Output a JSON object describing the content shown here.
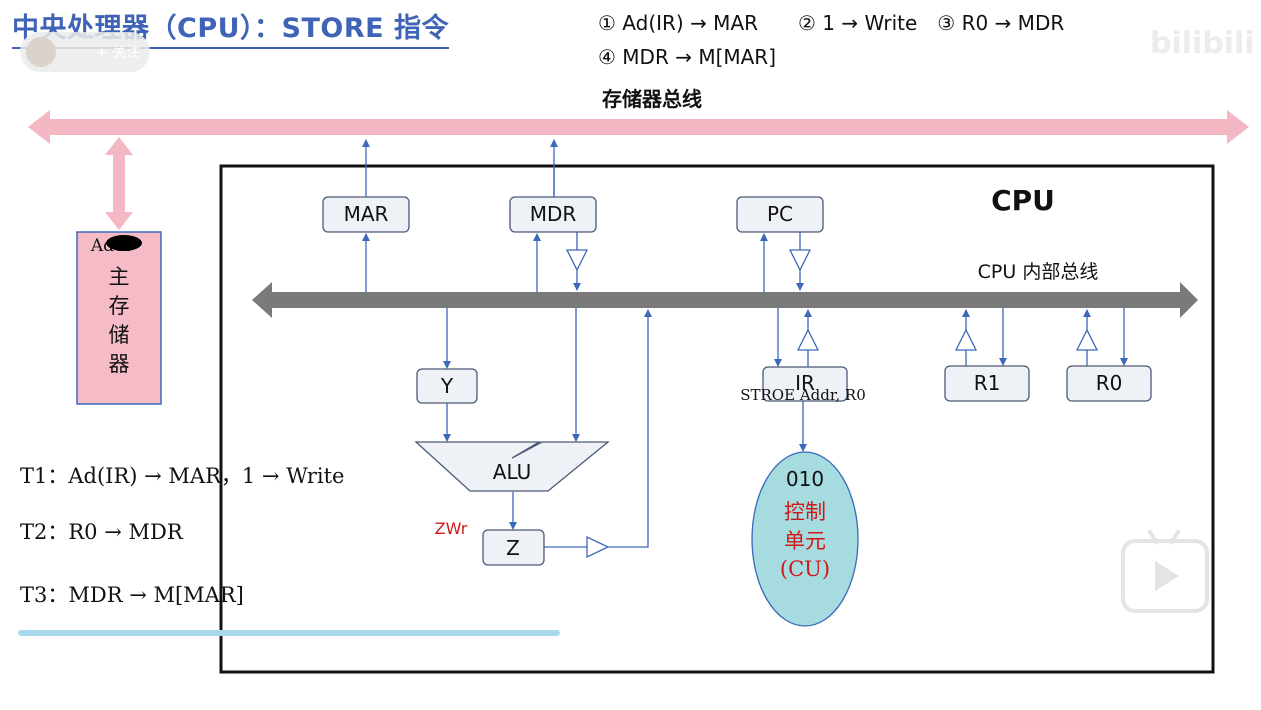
{
  "header": {
    "title": "中央处理器（CPU）：STORE 指令",
    "steps_line1": "① Ad(IR) → MAR　　② 1 → Write　③ R0 → MDR",
    "steps_line2": "④ MDR → M[MAR]"
  },
  "overlay": {
    "follow_label": "+ 关注",
    "watermark": "bilibili"
  },
  "diagram": {
    "memory_bus_label": "存储器总线",
    "cpu_label": "CPU",
    "cpu_bus_label": "CPU 内部总线",
    "main_memory_label": "主存储器",
    "main_memory_chars": [
      "主",
      "存",
      "储",
      "器"
    ],
    "addr_label": "Addr",
    "mar": "MAR",
    "mdr": "MDR",
    "pc": "PC",
    "y": "Y",
    "alu": "ALU",
    "z": "Z",
    "zwr": "ZWr",
    "ir": "IR",
    "ir_instruction": "STROE Addr, R0",
    "r1": "R1",
    "r0": "R0",
    "cu_code": "010",
    "cu_line1": "控制",
    "cu_line2": "单元",
    "cu_line3": "(CU)"
  },
  "timing": {
    "t1": "T1：Ad(IR) → MAR，1 → Write",
    "t2": "T2：R0 → MDR",
    "t3": "T3：MDR → M[MAR]"
  },
  "colors": {
    "title": "#3f63b6",
    "memory_bus": "#f3b8c3",
    "cpu_bus": "#7a7a7a",
    "wire": "#3c68b8",
    "register_fill": "#eef1f6",
    "cu_fill": "#a6dbe0",
    "red_text": "#d01818"
  }
}
